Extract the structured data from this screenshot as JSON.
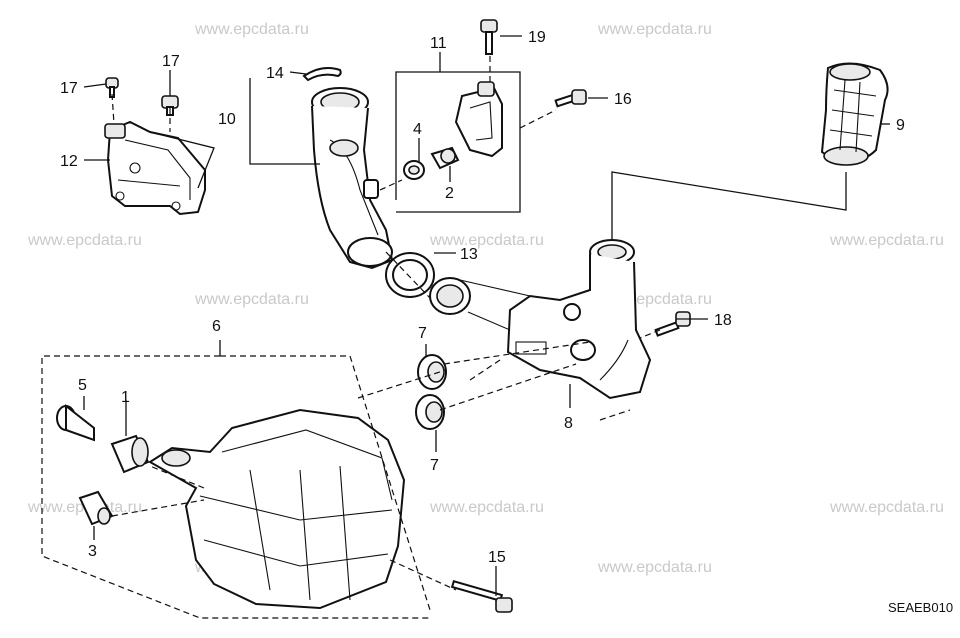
{
  "watermark": "www.epcdata.ru",
  "diagram_code": "SEAEB010",
  "callouts": [
    "17",
    "17",
    "12",
    "14",
    "10",
    "11",
    "19",
    "4",
    "2",
    "16",
    "9",
    "13",
    "6",
    "7",
    "18",
    "5",
    "1",
    "8",
    "7",
    "3",
    "15"
  ]
}
